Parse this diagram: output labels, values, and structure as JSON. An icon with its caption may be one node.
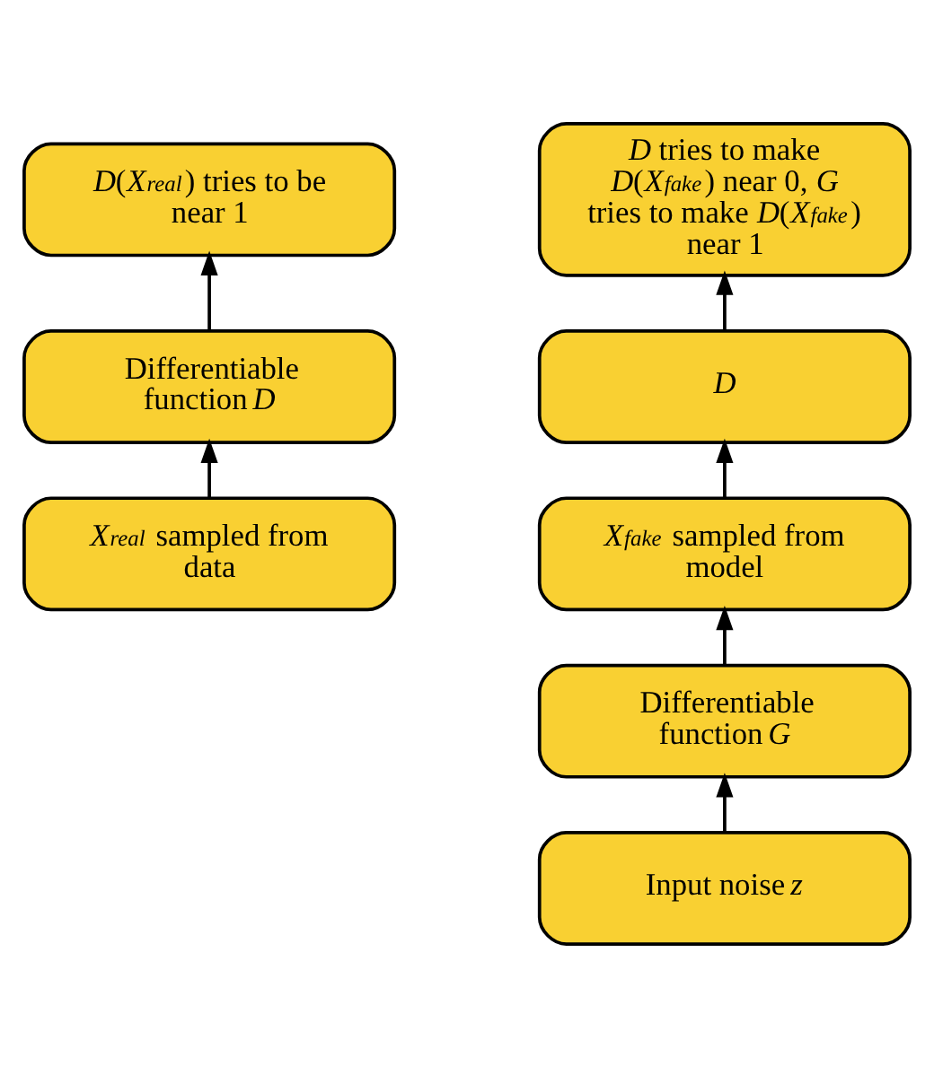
{
  "diagram": {
    "nodes": [
      {
        "text": [
          "*D*(*X*$_{real}$) tries to be near 1"
        ]
      },
      {
        "text": [
          "Differentiable function *D*"
        ]
      },
      {
        "text": [
          "*X*$_{real}$ sampled from data"
        ]
      },
      {
        "text": [
          "*D* tries to make *D*(*X*$_{fake}$) near 0, *G* tries to make *D*(*X*$_{fake}$) near 1"
        ]
      },
      {
        "text": [
          "*D*"
        ]
      },
      {
        "text": [
          "*X*$_{fake}$ sampled from model"
        ]
      },
      {
        "text": [
          "Differentiable function *G*"
        ]
      },
      {
        "text": [
          "Input noise *z*"
        ]
      }
    ],
    "edges": [
      {
        "from": 2,
        "to": 1,
        "arrow": "to"
      },
      {
        "from": 1,
        "to": 0,
        "arrow": "to"
      },
      {
        "from": 7,
        "to": 6,
        "arrow": "to"
      },
      {
        "from": 6,
        "to": 5,
        "arrow": "to"
      },
      {
        "from": 5,
        "to": 4,
        "arrow": "to"
      },
      {
        "from": 4,
        "to": 3,
        "arrow": "to"
      }
    ]
  }
}
